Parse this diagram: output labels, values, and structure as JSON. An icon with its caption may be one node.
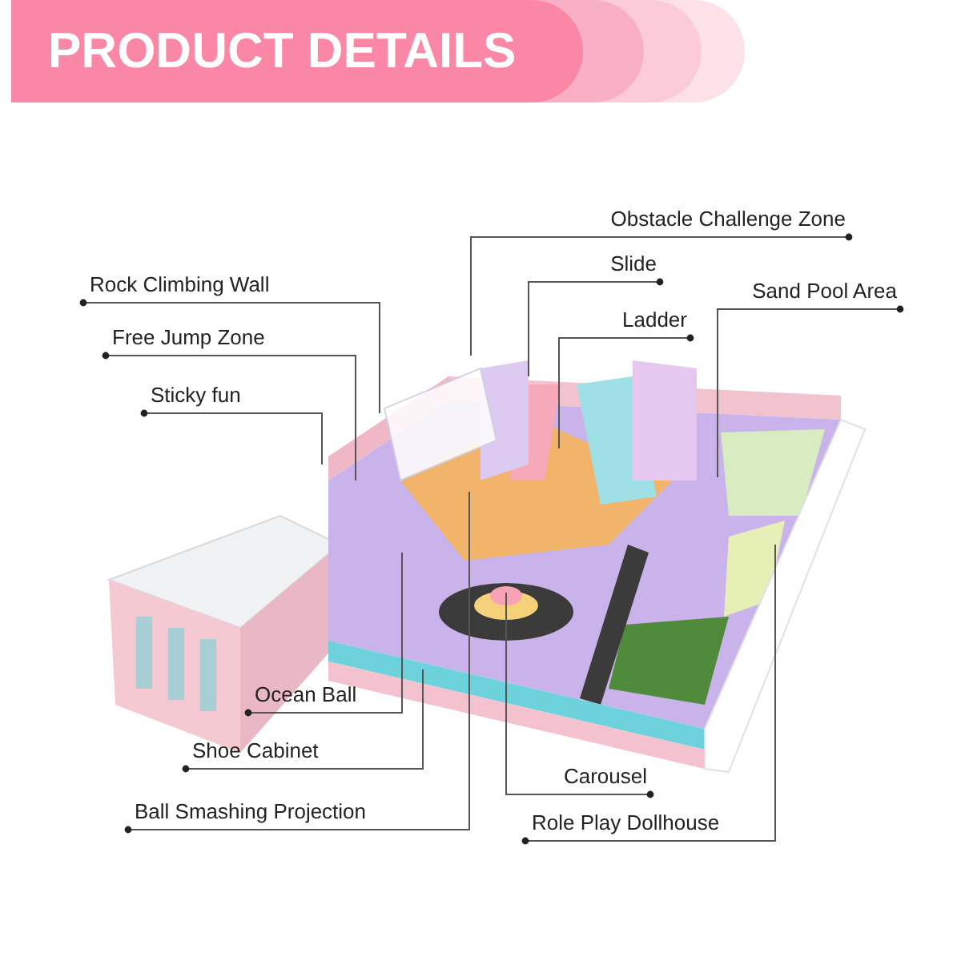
{
  "diagram": {
    "title": "PRODUCT DETAILS",
    "nodes": [
      {
        "text": [
          "Obstacle Challenge Zone"
        ]
      },
      {
        "text": [
          "Slide"
        ]
      },
      {
        "text": [
          "Sand Pool Area"
        ]
      },
      {
        "text": [
          "Ladder"
        ]
      },
      {
        "text": [
          "Rock Climbing Wall"
        ]
      },
      {
        "text": [
          "Free Jump Zone"
        ]
      },
      {
        "text": [
          "Sticky fun"
        ]
      },
      {
        "text": [
          "Ocean Ball"
        ]
      },
      {
        "text": [
          "Shoe Cabinet"
        ]
      },
      {
        "text": [
          "Carousel"
        ]
      },
      {
        "text": [
          "Ball Smashing Projection"
        ]
      },
      {
        "text": [
          "Role Play Dollhouse"
        ]
      }
    ],
    "edges": [
      {
        "from": 0,
        "to": null,
        "arrow": "other"
      },
      {
        "from": 1,
        "to": null,
        "arrow": "other"
      },
      {
        "from": 2,
        "to": null,
        "arrow": "other"
      },
      {
        "from": 3,
        "to": null,
        "arrow": "other"
      },
      {
        "from": 4,
        "to": null,
        "arrow": "other"
      },
      {
        "from": 5,
        "to": null,
        "arrow": "other"
      },
      {
        "from": 6,
        "to": null,
        "arrow": "other"
      },
      {
        "from": 7,
        "to": null,
        "arrow": "other"
      },
      {
        "from": 8,
        "to": null,
        "arrow": "other"
      },
      {
        "from": 9,
        "to": null,
        "arrow": "other"
      },
      {
        "from": 10,
        "to": null,
        "arrow": "other"
      },
      {
        "from": 11,
        "to": null,
        "arrow": "other"
      }
    ]
  }
}
